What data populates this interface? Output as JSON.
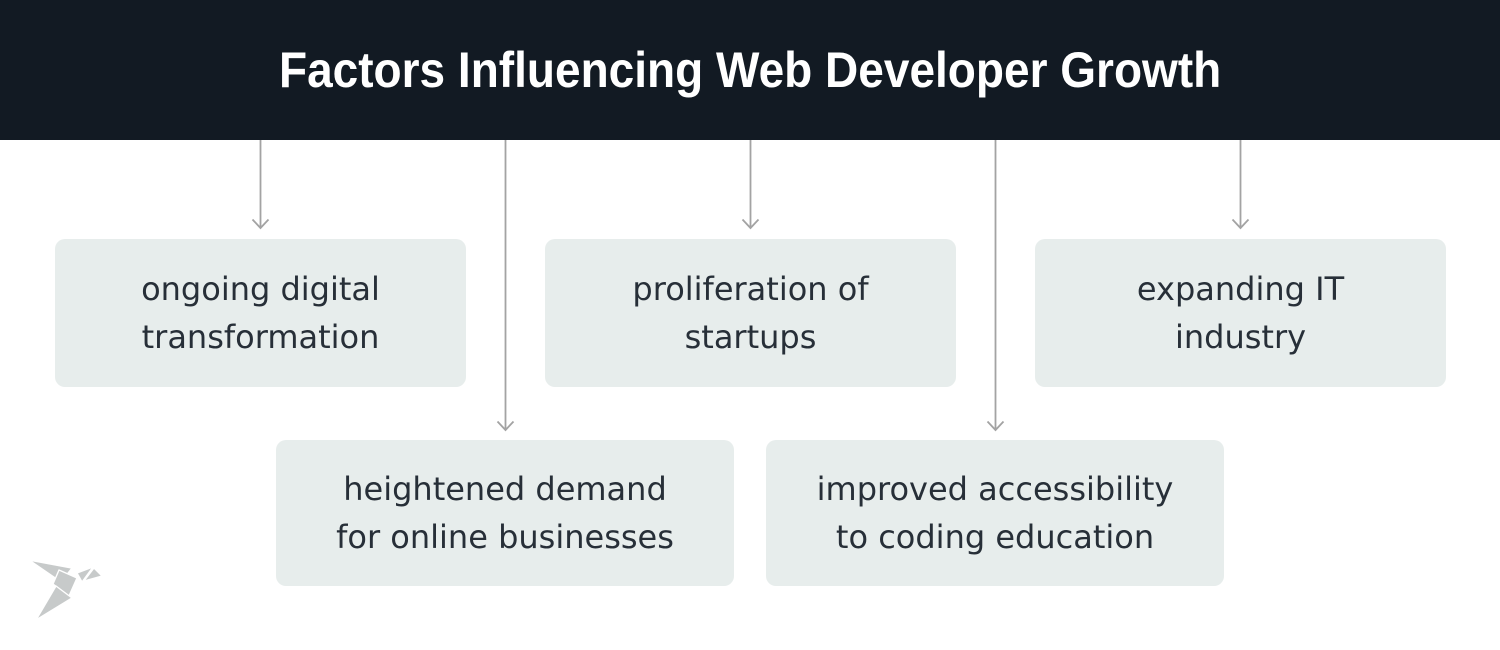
{
  "header": {
    "title": "Factors Influencing Web Developer Growth"
  },
  "factors": [
    {
      "lines": [
        "ongoing digital",
        "transformation"
      ]
    },
    {
      "lines": [
        "proliferation of",
        "startups"
      ]
    },
    {
      "lines": [
        "expanding IT",
        "industry"
      ]
    },
    {
      "lines": [
        "heightened demand",
        "for online businesses"
      ]
    },
    {
      "lines": [
        "improved accessibility",
        "to coding education"
      ]
    }
  ],
  "icons": {
    "logo": "origami-bird-logo",
    "connectors": "arrow-down-icon"
  },
  "colors": {
    "header_bg": "#121a23",
    "title_text": "#ffffff",
    "box_bg": "#e7edec",
    "box_text": "#272f38",
    "arrow": "#a3a3a3",
    "logo": "#c7caca",
    "page_bg": "#ffffff"
  }
}
